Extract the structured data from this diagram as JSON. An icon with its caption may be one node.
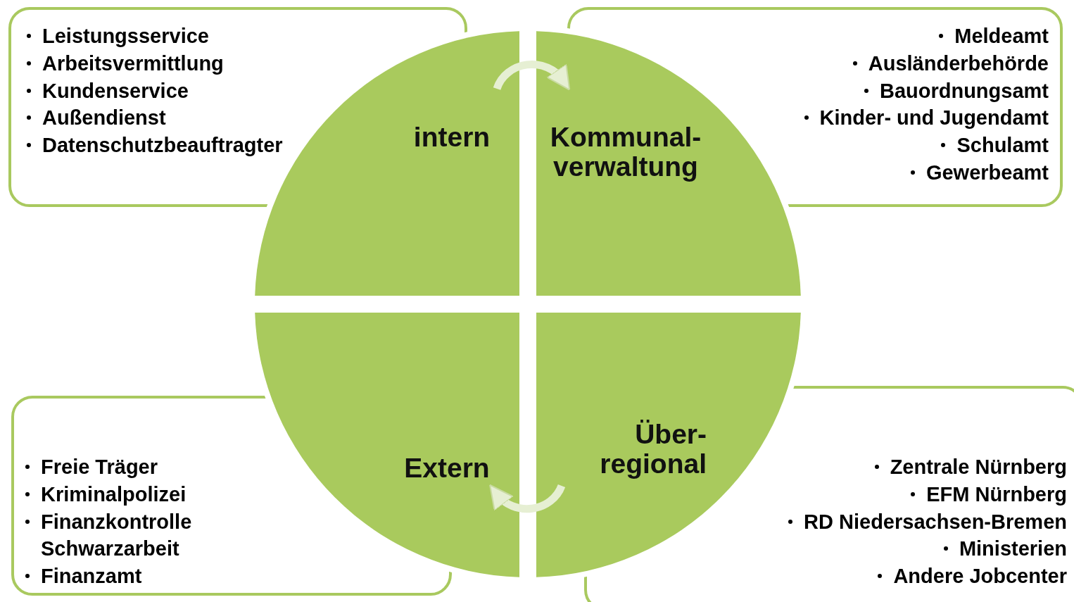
{
  "diagram": {
    "nodes": [
      {
        "text": [
          "Leistungsservice",
          "Arbeitsvermittlung",
          "Kundenservice",
          "Außendienst",
          "Datenschutzbeauftragter"
        ]
      },
      {
        "text": [
          "Meldeamt",
          "Ausländerbehörde",
          "Bauordnungsamt",
          "Kinder- und Jugendamt",
          "Schulamt",
          "Gewerbeamt"
        ]
      },
      {
        "text": [
          "intern"
        ]
      },
      {
        "text": [
          "Kommunal- verwaltung"
        ]
      },
      {
        "text": [
          "Extern"
        ]
      },
      {
        "text": [
          "Über- regional"
        ]
      },
      {
        "text": [
          "Freie Träger",
          "Kriminalpolizei",
          "Finanzkontrolle Schwarzarbeit",
          "Finanzamt"
        ]
      },
      {
        "text": [
          "Zentrale Nürnberg",
          "EFM Nürnberg",
          "RD  Niedersachsen-Bremen",
          "Ministerien",
          "Andere Jobcenter"
        ]
      }
    ],
    "edges": [
      {
        "from": 2,
        "to": 3,
        "arrow": "to"
      },
      {
        "from": 5,
        "to": 4,
        "arrow": "to"
      }
    ]
  }
}
